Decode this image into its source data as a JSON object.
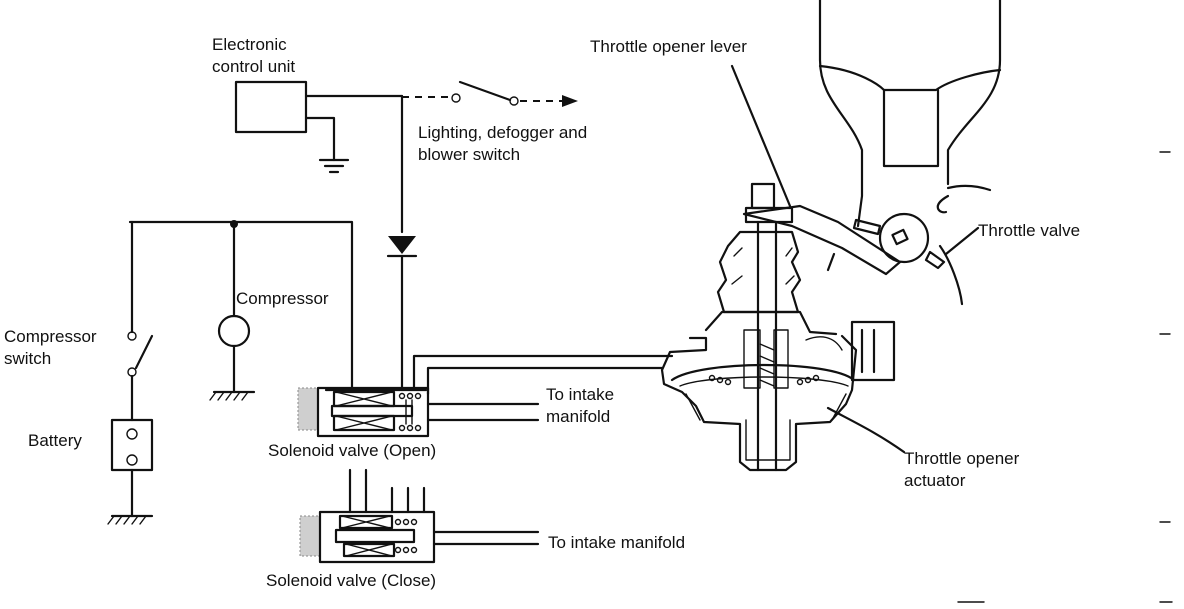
{
  "labels": {
    "ecu": [
      "Electronic",
      "control unit"
    ],
    "lighting_switch": [
      "Lighting, defogger and",
      "blower switch"
    ],
    "compressor": "Compressor",
    "compressor_switch": [
      "Compressor",
      "switch"
    ],
    "battery": "Battery",
    "solenoid_open": "Solenoid valve (Open)",
    "solenoid_close": "Solenoid valve (Close)",
    "intake_manifold_1": [
      "To intake",
      "manifold"
    ],
    "intake_manifold_2": "To intake manifold",
    "throttle_lever": "Throttle opener lever",
    "throttle_valve": "Throttle valve",
    "throttle_actuator": [
      "Throttle opener",
      "actuator"
    ]
  }
}
